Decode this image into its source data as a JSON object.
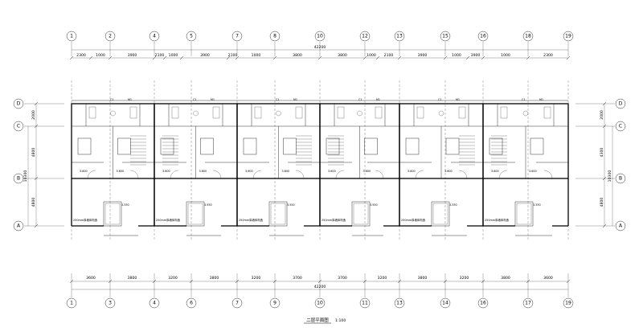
{
  "grid": {
    "vertical_axes": [
      "1",
      "3",
      "4",
      "6",
      "7",
      "9",
      "10",
      "11",
      "13",
      "14",
      "16",
      "17",
      "19"
    ],
    "vertical_axes_top": [
      "1",
      "2",
      "4",
      "5",
      "7",
      "8",
      "10",
      "12",
      "13",
      "15",
      "16",
      "18",
      "19"
    ],
    "horizontal_axes": [
      "D",
      "C",
      "B",
      "A"
    ]
  },
  "dimensions": {
    "top_total": "42200",
    "top_segments": [
      "2300",
      "1000",
      "3900",
      "2100",
      "1000",
      "3900",
      "2100",
      "1000",
      "3800",
      "3800",
      "1000",
      "2100",
      "3900",
      "1000",
      "3900",
      "1000",
      "2300"
    ],
    "bottom_total": "42200",
    "bottom_segments": [
      "3600",
      "3800",
      "3200",
      "3800",
      "3200",
      "3700",
      "3700",
      "3200",
      "3800",
      "3200",
      "3800",
      "3600"
    ],
    "left_segments": [
      "2000",
      "4800",
      "4800"
    ],
    "left_total": "10300",
    "right_segments": [
      "2000",
      "4300",
      "4800"
    ],
    "right_total": "10300"
  },
  "rooms": {
    "balcony_label": "250mm厚墙体构造",
    "elevation_labels": [
      "3.600",
      "3.580",
      "3.550",
      "3.590"
    ],
    "window_labels": [
      "C1",
      "M1"
    ]
  },
  "drawing": {
    "title": "二层平面图",
    "scale": "1:100"
  }
}
